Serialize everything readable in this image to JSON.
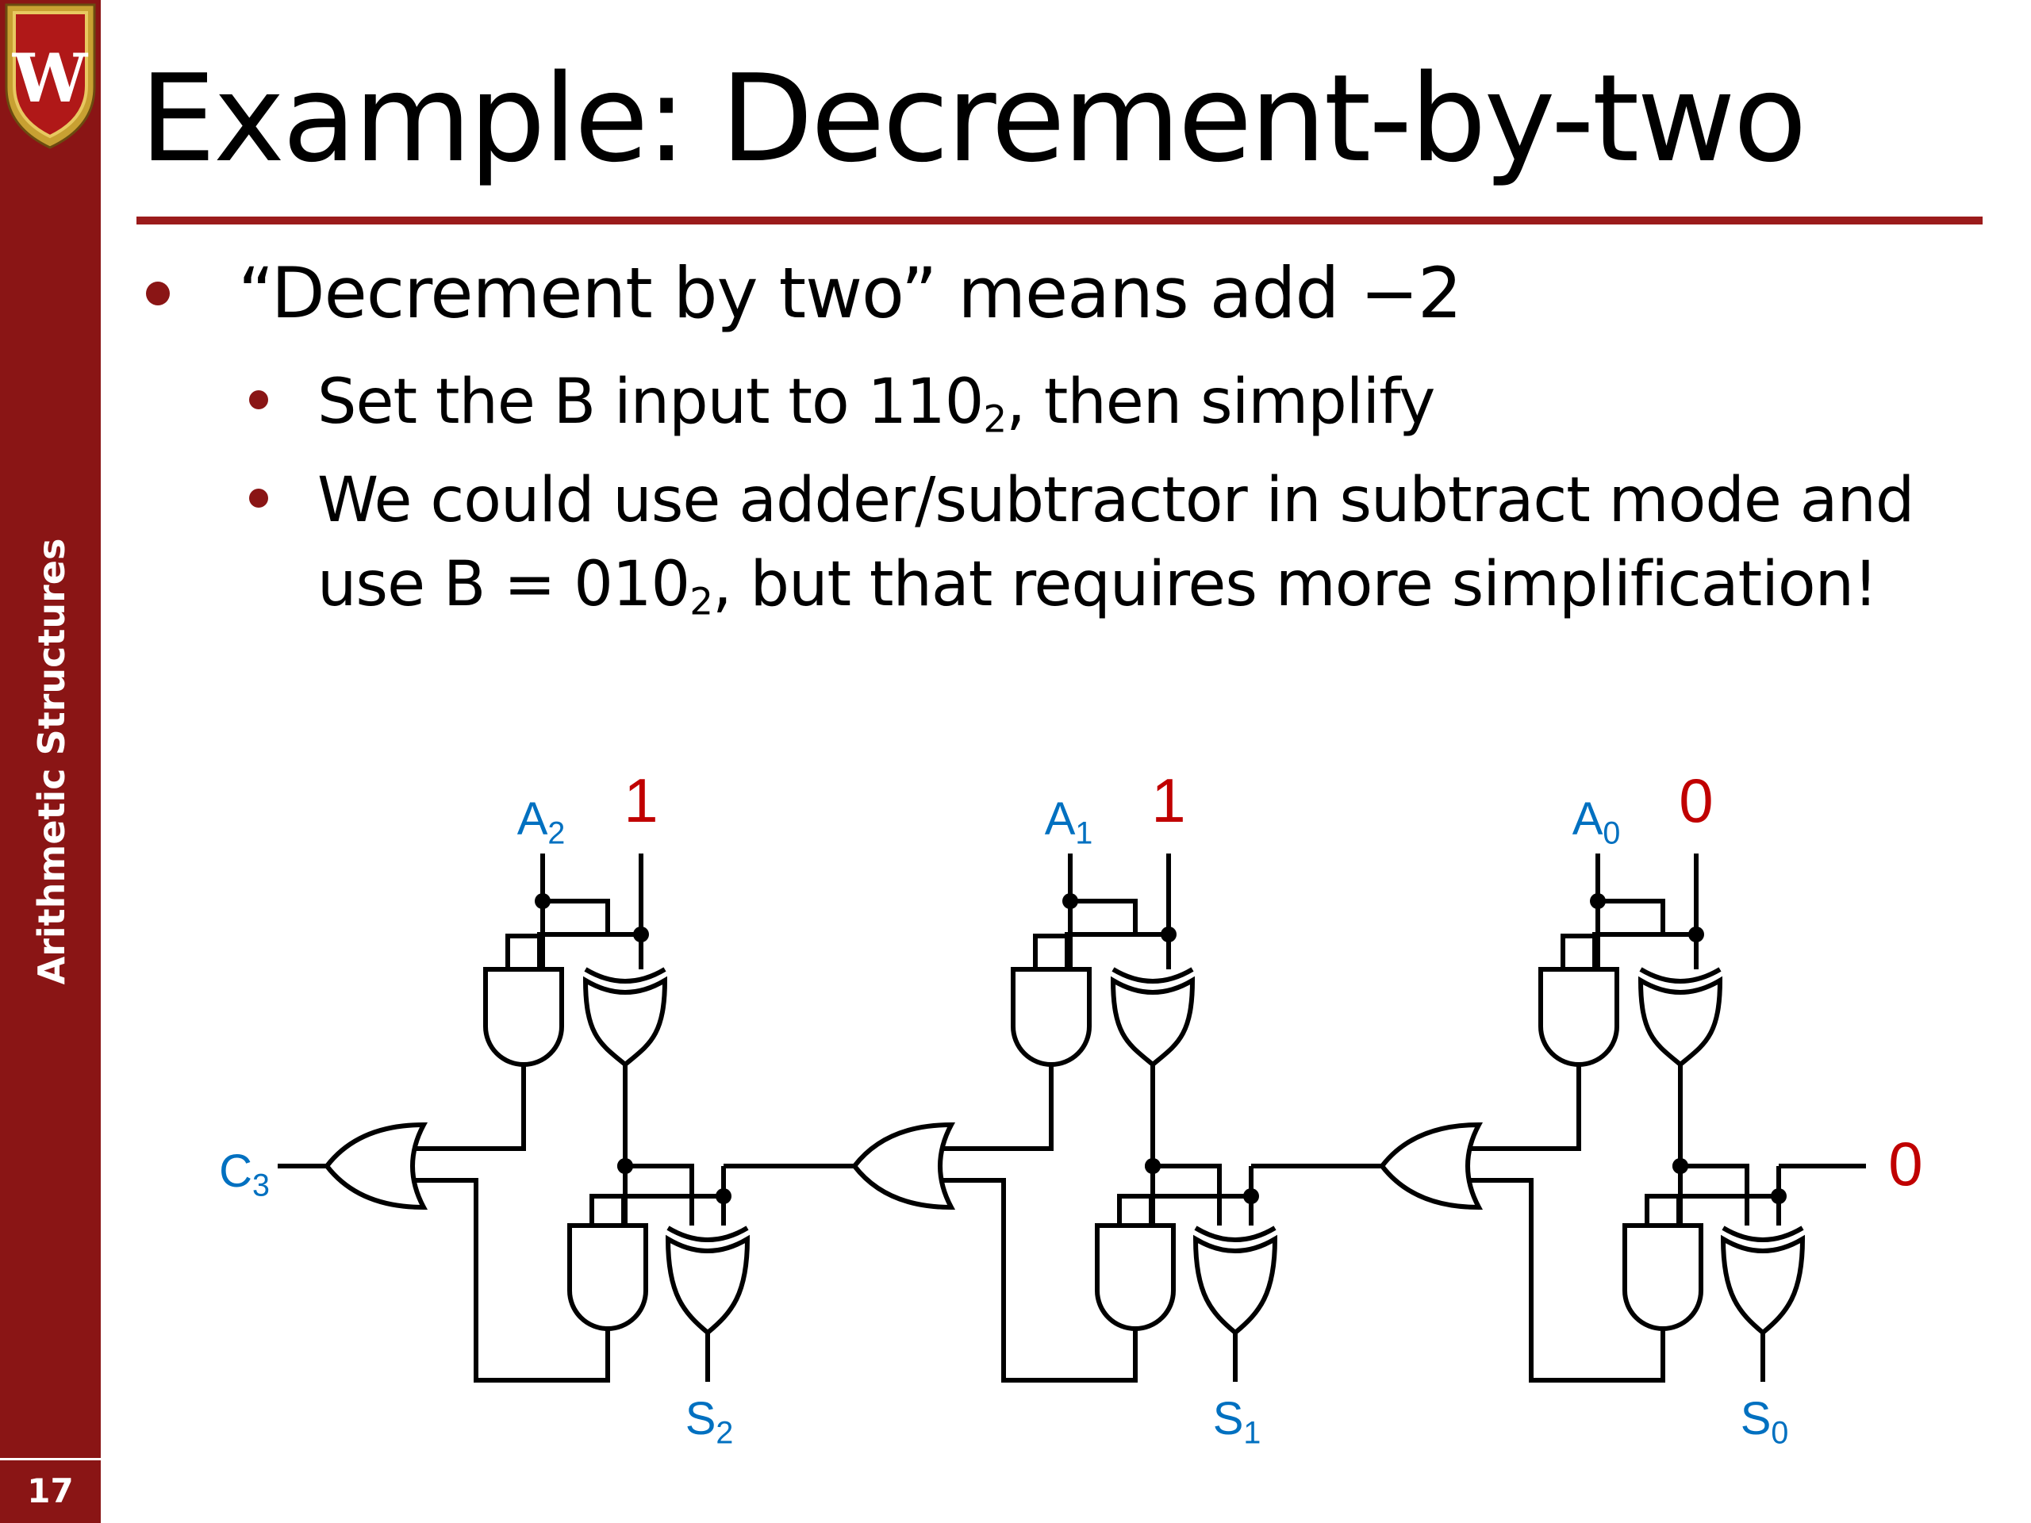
{
  "sidebar": {
    "section": "Arithmetic Structures",
    "slide_number": "17",
    "color": "#8a1515"
  },
  "title": "Example: Decrement-by-two",
  "bullets": {
    "main": "“Decrement by two” means add −2",
    "sub1": {
      "pre": "Set the B input to 110",
      "sub": "2",
      "post": ", then simplify"
    },
    "sub2_line1": "We could use adder/subtractor in subtract mode and",
    "sub2_line2": {
      "pre": "use B = 010",
      "sub": "2",
      "post": ", but that requires more simplification!"
    }
  },
  "diagram": {
    "inputs": [
      {
        "name": "A",
        "index": "2",
        "b_value": "1"
      },
      {
        "name": "A",
        "index": "1",
        "b_value": "1"
      },
      {
        "name": "A",
        "index": "0",
        "b_value": "0"
      }
    ],
    "outputs": [
      {
        "name": "S",
        "index": "2"
      },
      {
        "name": "S",
        "index": "1"
      },
      {
        "name": "S",
        "index": "0"
      }
    ],
    "carry_out": {
      "name": "C",
      "index": "3"
    },
    "carry_in": "0",
    "label_color": "#0070c0",
    "value_color": "#c00000"
  }
}
